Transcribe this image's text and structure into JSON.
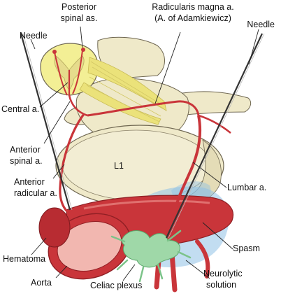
{
  "labels": {
    "needle_left": "Needle",
    "posterior_spinal_1": "Posterior",
    "posterior_spinal_2": "spinal as.",
    "radicularis_1": "Radicularis magna a.",
    "radicularis_2": "(A. of Adamkiewicz)",
    "needle_right": "Needle",
    "central_artery": "Central a.",
    "anterior_spinal_1": "Anterior",
    "anterior_spinal_2": "spinal a.",
    "anterior_radicular_1": "Anterior",
    "anterior_radicular_2": "radicular a.",
    "vertebra": "L1",
    "lumbar_artery": "Lumbar a.",
    "spasm": "Spasm",
    "hematoma": "Hematoma",
    "aorta": "Aorta",
    "celiac_plexus": "Celiac plexus",
    "neurolytic_1": "Neurolytic",
    "neurolytic_2": "solution"
  },
  "colors": {
    "bone": "#efe9c9",
    "bone_outline": "#6e6650",
    "spinal_cord": "#f3ef95",
    "nerve_roots": "#ebe27a",
    "artery": "#c9353a",
    "artery_dark": "#8f1f24",
    "aorta_lumen": "#f2b7b0",
    "neurolytic_solution": "#8fc1e6",
    "celiac_plexus": "#9fd8a8"
  }
}
